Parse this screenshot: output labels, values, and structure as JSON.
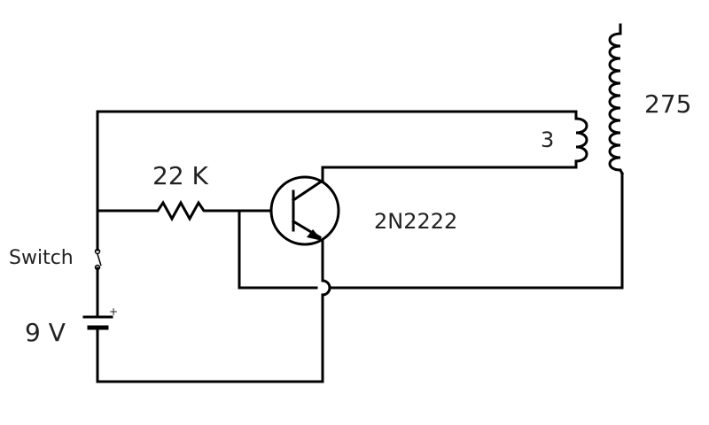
{
  "diagram": {
    "labels": {
      "primary_coil": "3",
      "secondary_coil": "275",
      "resistor": "22 K",
      "transistor": "2N2222",
      "switch": "Switch",
      "battery": "9 V",
      "battery_polarity": "+"
    },
    "components": [
      {
        "kind": "battery",
        "value": "9 V"
      },
      {
        "kind": "switch",
        "label": "Switch"
      },
      {
        "kind": "resistor",
        "value": "22 K"
      },
      {
        "kind": "npn-transistor",
        "part": "2N2222"
      },
      {
        "kind": "inductor",
        "turns": "3"
      },
      {
        "kind": "inductor",
        "turns": "275"
      }
    ],
    "colors": {
      "wire": "#000000",
      "text": "#222222",
      "background": "#ffffff"
    }
  }
}
